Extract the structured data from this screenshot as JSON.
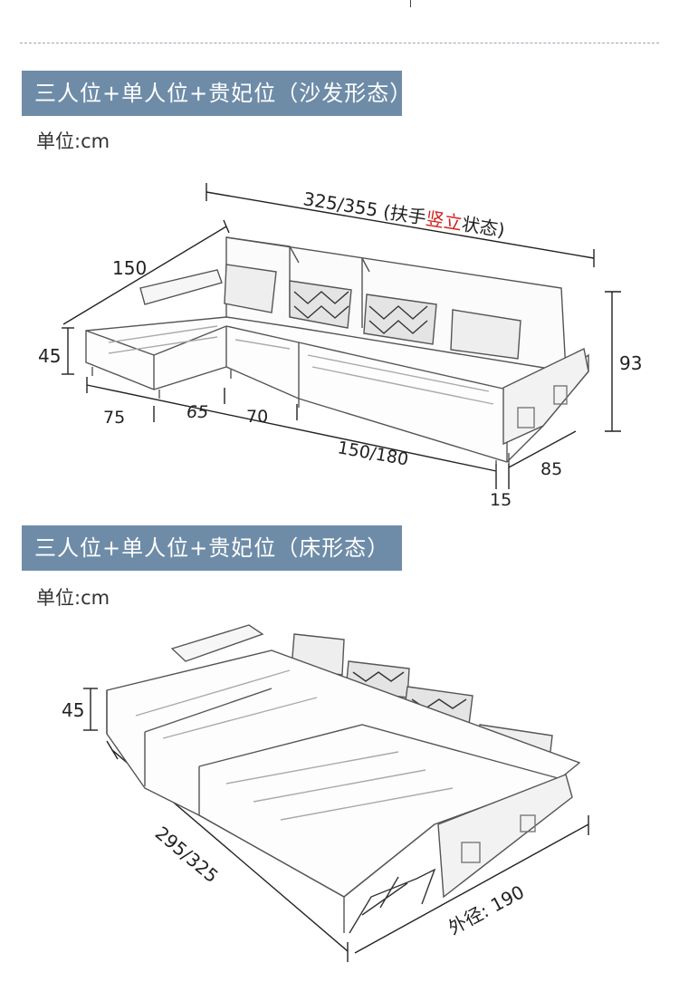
{
  "section1": {
    "title": "三人位+单人位+贵妃位（沙发形态）",
    "unit": "单位:cm",
    "dims": {
      "total_prefix": "325/355 (扶手",
      "total_highlight": "竖立",
      "total_suffix": "状态)",
      "chaise_depth": "150",
      "seat_height": "45",
      "back_height": "93",
      "chaise_width": "75",
      "single_width": "65",
      "three_width_a": "70",
      "three_width_b": "150/180",
      "depth": "85",
      "leg": "15"
    }
  },
  "section2": {
    "title": "三人位+单人位+贵妃位（床形态）",
    "unit": "单位:cm",
    "dims": {
      "seat_height": "45",
      "length": "295/325",
      "outer_width": "外径: 190"
    }
  },
  "colors": {
    "banner": "#6e8ca8",
    "highlight": "#d0201c"
  }
}
